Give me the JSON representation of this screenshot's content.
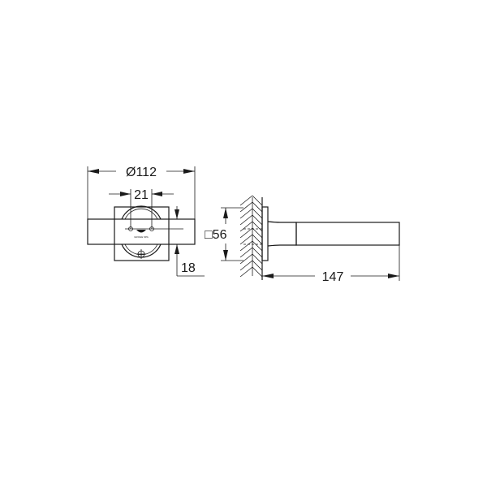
{
  "drawing": {
    "dimensions": {
      "diameter": "Ø112",
      "hole_spacing": "21",
      "projection_offset": "18",
      "plate_size": "□56",
      "length": "147"
    },
    "logo_text": "GROHE SPA"
  }
}
